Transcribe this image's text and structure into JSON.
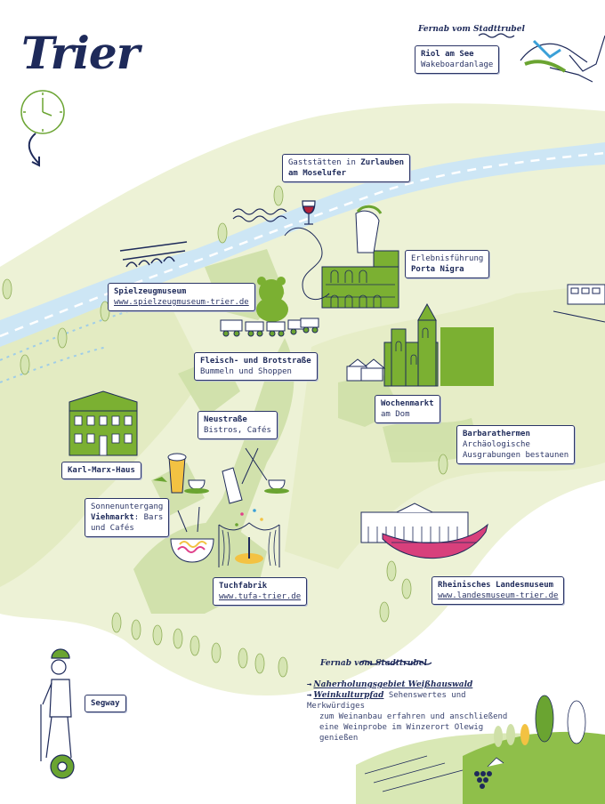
{
  "title": "Trier",
  "colors": {
    "navy": "#1e2a5a",
    "green": "#6aa431",
    "light_green": "#e8efc9",
    "water": "#b8dcf0"
  },
  "icons": [
    "clock-icon",
    "curved-arrow-icon"
  ],
  "away_top": {
    "heading": "Fernab vom Stadttrubel",
    "name": "Riol am See",
    "sub": "Wakeboardanlage"
  },
  "labels": {
    "zurlauben": {
      "line1": "Gaststätten in ",
      "bold1": "Zurlauben",
      "bold2": "am Moselufer"
    },
    "porta": {
      "line1": "Erlebnisführung",
      "bold": "Porta Nigra"
    },
    "spielzeug": {
      "bold": "Spielzeugmuseum",
      "link": "www.spielzeugmuseum-trier.de"
    },
    "fleisch": {
      "bold": "Fleisch- und Brotstraße",
      "sub": "Bummeln und Shoppen"
    },
    "wochenmarkt": {
      "bold": "Wochenmarkt",
      "sub": "am Dom"
    },
    "neustrasse": {
      "bold": "Neustraße",
      "sub": "Bistros, Cafés"
    },
    "barbara": {
      "bold": "Barbarathermen",
      "line1": "Archäologische",
      "line2": "Ausgrabungen bestaunen"
    },
    "karlmarx": {
      "bold": "Karl-Marx-Haus"
    },
    "sonnen": {
      "line1": "Sonnenuntergang",
      "bold": "Viehmarkt",
      "rest": ": Bars",
      "line3": "und Cafés"
    },
    "landesmuseum": {
      "bold": "Rheinisches Landesmuseum",
      "link": "www.landesmuseum-trier.de"
    },
    "tuchfabrik": {
      "bold": "Tuchfabrik",
      "link": "www.tufa-trier.de"
    },
    "segway": {
      "bold": "Segway"
    }
  },
  "away_bottom": {
    "heading": "Fernab vom Stadttrubel",
    "item1": "Naherholungsgebiet Weißhauswald",
    "item2": "Weinkulturpfad",
    "item2_text1": " Sehenswertes und Merkwürdiges",
    "item2_text2": "zum Weinanbau erfahren und anschließend",
    "item2_text3": "eine Weinprobe im Winzerort Olewig",
    "item2_text4": "genießen"
  }
}
